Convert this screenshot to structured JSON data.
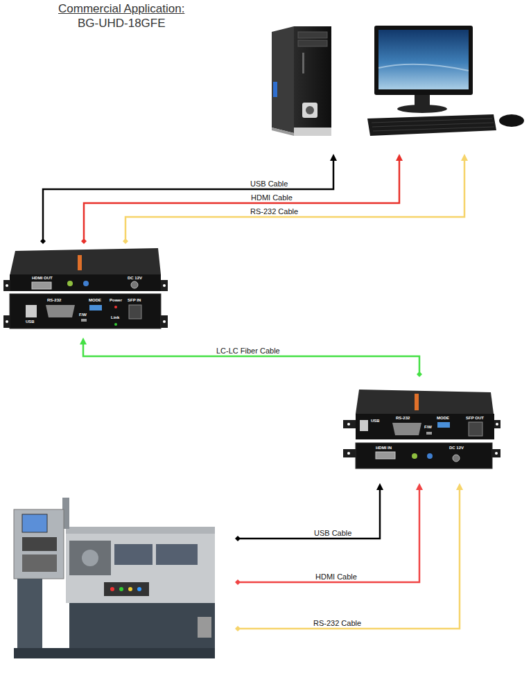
{
  "diagram": {
    "title": "Commercial Application:",
    "nodes": [
      {
        "text": []
      },
      {
        "text": []
      },
      {
        "text": [
          "HDMI OUT",
          "DC 12V",
          "USB",
          "RS-232",
          "F/W",
          "MODE",
          "Power",
          "Link",
          "SFP IN"
        ]
      },
      {
        "text": [
          "USB",
          "RS-232",
          "F/W",
          "MODE",
          "SFP OUT",
          "HDMI IN",
          "DC 12V"
        ]
      },
      {
        "text": []
      }
    ],
    "edges": [
      {
        "from": 2,
        "to": 0,
        "arrow": "to",
        "label": "USB Cable"
      },
      {
        "from": 2,
        "to": 1,
        "arrow": "to",
        "label": "HDMI Cable"
      },
      {
        "from": 2,
        "to": 1,
        "arrow": "to",
        "label": "RS-232 Cable"
      },
      {
        "from": 3,
        "to": 2,
        "arrow": "to",
        "label": "LC-LC Fiber Cable"
      },
      {
        "from": 4,
        "to": 3,
        "arrow": "to",
        "label": "USB Cable"
      },
      {
        "from": 4,
        "to": 3,
        "arrow": "to",
        "label": "HDMI Cable"
      },
      {
        "from": 4,
        "to": 3,
        "arrow": "to",
        "label": "RS-232 Cable"
      }
    ],
    "labels": [
      "BG-UHD-18GFE"
    ]
  }
}
